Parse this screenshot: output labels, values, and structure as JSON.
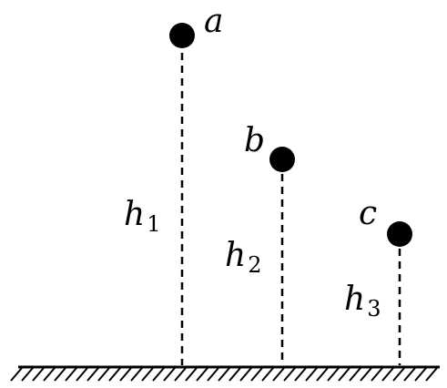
{
  "colors": {
    "ink": "#000000",
    "background": "#ffffff"
  },
  "balls": [
    {
      "label": "a",
      "height_symbol": "h",
      "height_subscript": "1"
    },
    {
      "label": "b",
      "height_symbol": "h",
      "height_subscript": "2"
    },
    {
      "label": "c",
      "height_symbol": "h",
      "height_subscript": "3"
    }
  ]
}
